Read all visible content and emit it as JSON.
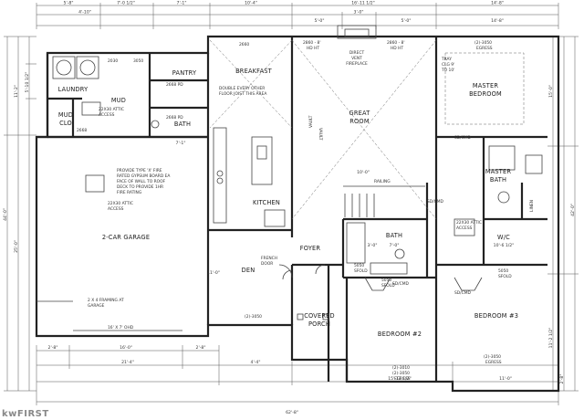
{
  "rooms": {
    "pantry": "PANTRY",
    "laundry": "LAUNDRY",
    "mud": "MUD",
    "mud_clo": "MUD\nCLO",
    "bath_small": "BATH",
    "breakfast": "BREAKFAST",
    "great_room": "GREAT\nROOM",
    "master_bedroom": "MASTER\nBEDROOM",
    "master_bath": "MASTER\nBATH",
    "kitchen": "KITCHEN",
    "garage": "2-CAR GARAGE",
    "foyer": "FOYER",
    "bath": "BATH",
    "wic": "W/C",
    "den": "DEN",
    "covered_porch": "COVERED\nPORCH",
    "bedroom2": "BEDROOM #2",
    "bedroom3": "BEDROOM #3"
  },
  "notes": {
    "attic_mud": "22X30 ATTIC\nACCESS",
    "floor_joist": "DOUBLE EVERY OTHER\nFLOOR JOIST THIS AREA",
    "fireplace": "DIRECT\nVENT\nFIREPLACE",
    "tray": "TRAY\nCLG 9'\nTO 10'",
    "fire_rated": "PROVIDE TYPE 'X' FIRE\nRATED GYPSUM BOARD EA\nFACE OF WALL TO ROOF\nDECK TO PROVIDE 1HR\nFIRE RATING",
    "attic_garage": "22X30 ATTIC\nACCESS",
    "framing": "2 X 4 FRAMING AT\nGARAGE",
    "railing": "RAILING",
    "attic_bath": "22X30 ATTIC\nACCESS",
    "french_door": "FRENCH\nDOOR",
    "vault_left": "VAULT",
    "vault_right": "VAULT",
    "linen": "LINEN"
  },
  "window_labels": {
    "w1": "2660",
    "w2": "2860 - 8'\nHD HT",
    "w3": "2860 - 8'\nHD HT",
    "w4": "(2)-3050\nEGRESS",
    "w5": "(2)-3050",
    "w6": "(2)-3010\n(2)-3050\nEGRESS",
    "w7": "(2)-3050\nEGRESS",
    "w8": "16' X 7' OHD",
    "w9": "3050",
    "w10": "2030",
    "w11": "2668 PD",
    "w12": "2668 PD",
    "w13": "2668",
    "w14": "SD/CMD",
    "w15": "SD/CMD",
    "w16": "SD/CMD",
    "w17": "SD/CMD",
    "w18": "5050\nSFOLD",
    "w19": "5050\nSFOLD",
    "w20": "5050\nSFOLD"
  },
  "dimensions": {
    "top": [
      "5'-8\"",
      "7'-0 1/2\"",
      "7'-1\"",
      "10'-4\"",
      "16'-11 1/2\"",
      "14'-8\""
    ],
    "top2": [
      "4'-10\"",
      "3'-0\"",
      "5'-0\"",
      "5'-0\"",
      "14'-8\""
    ],
    "left": [
      "11'-2\"",
      "5'-10 1/2\"",
      "25'-0\"",
      "44'-0\""
    ],
    "right": [
      "15'-0\"",
      "42'-0\"",
      "11'-2 1/2\"",
      "2'-8\""
    ],
    "bottom": [
      "2'-8\"",
      "16'-0\"",
      "2'-8\"",
      "21'-4\"",
      "4'-4\"",
      "15'-11 1/2\"",
      "11'-0\""
    ],
    "bottom2": [
      "62'-8\""
    ],
    "inner": [
      "10'-0\"",
      "7'-1\"",
      "11'-0\"",
      "3'-0\"",
      "7'-0\"",
      "10'-6 1/2\""
    ]
  },
  "watermark": "kwFIRST"
}
